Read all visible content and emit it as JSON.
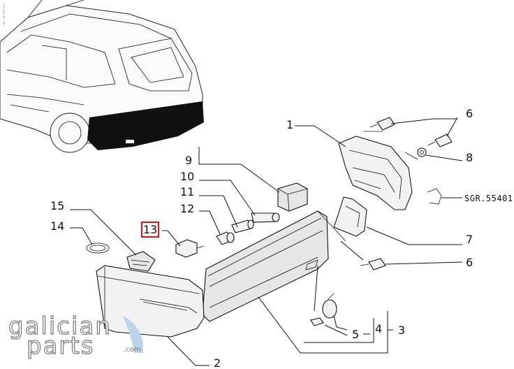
{
  "callouts": [
    {
      "id": "1",
      "text": "1"
    },
    {
      "id": "2",
      "text": "2"
    },
    {
      "id": "3",
      "text": "3"
    },
    {
      "id": "4",
      "text": "4"
    },
    {
      "id": "5",
      "text": "5"
    },
    {
      "id": "6a",
      "text": "6"
    },
    {
      "id": "6b",
      "text": "6"
    },
    {
      "id": "7",
      "text": "7"
    },
    {
      "id": "8",
      "text": "8"
    },
    {
      "id": "9",
      "text": "9"
    },
    {
      "id": "10",
      "text": "10"
    },
    {
      "id": "11",
      "text": "11"
    },
    {
      "id": "12",
      "text": "12"
    },
    {
      "id": "13",
      "text": "13"
    },
    {
      "id": "14",
      "text": "14"
    },
    {
      "id": "15",
      "text": "15"
    }
  ],
  "highlighted_callout": "13",
  "reference_code": "SGR.55401",
  "watermark": {
    "line1": "galician",
    "line2": "parts",
    "suffix": ".com"
  },
  "side_note": "[\n]\n?\n?"
}
